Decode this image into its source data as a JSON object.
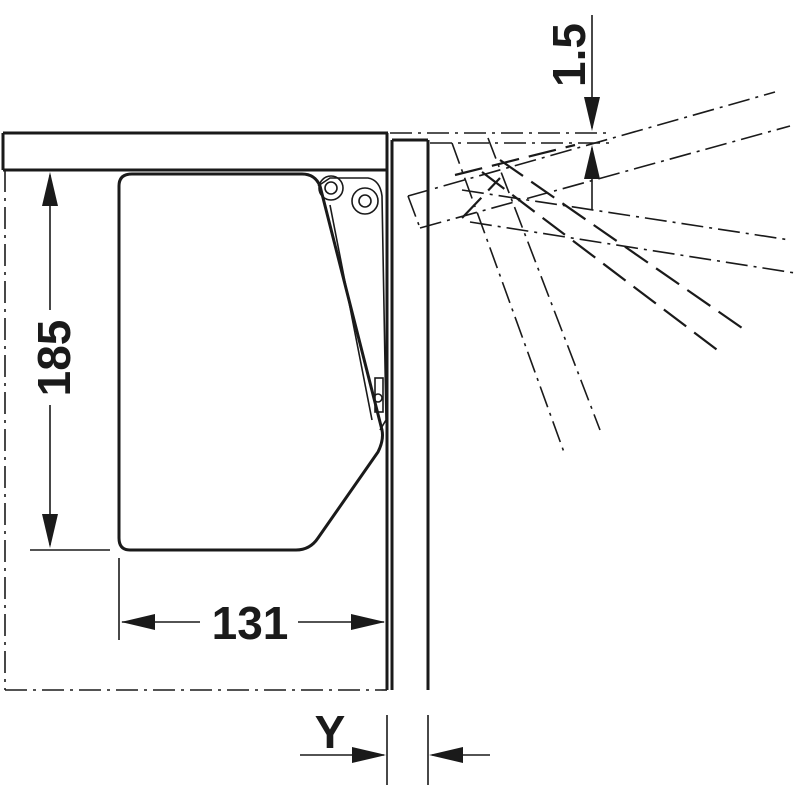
{
  "dimensions": {
    "height": "185",
    "width": "131",
    "gap": "1.5",
    "offset": "Y"
  },
  "colors": {
    "line": "#1a1a1a",
    "background": "#ffffff"
  }
}
